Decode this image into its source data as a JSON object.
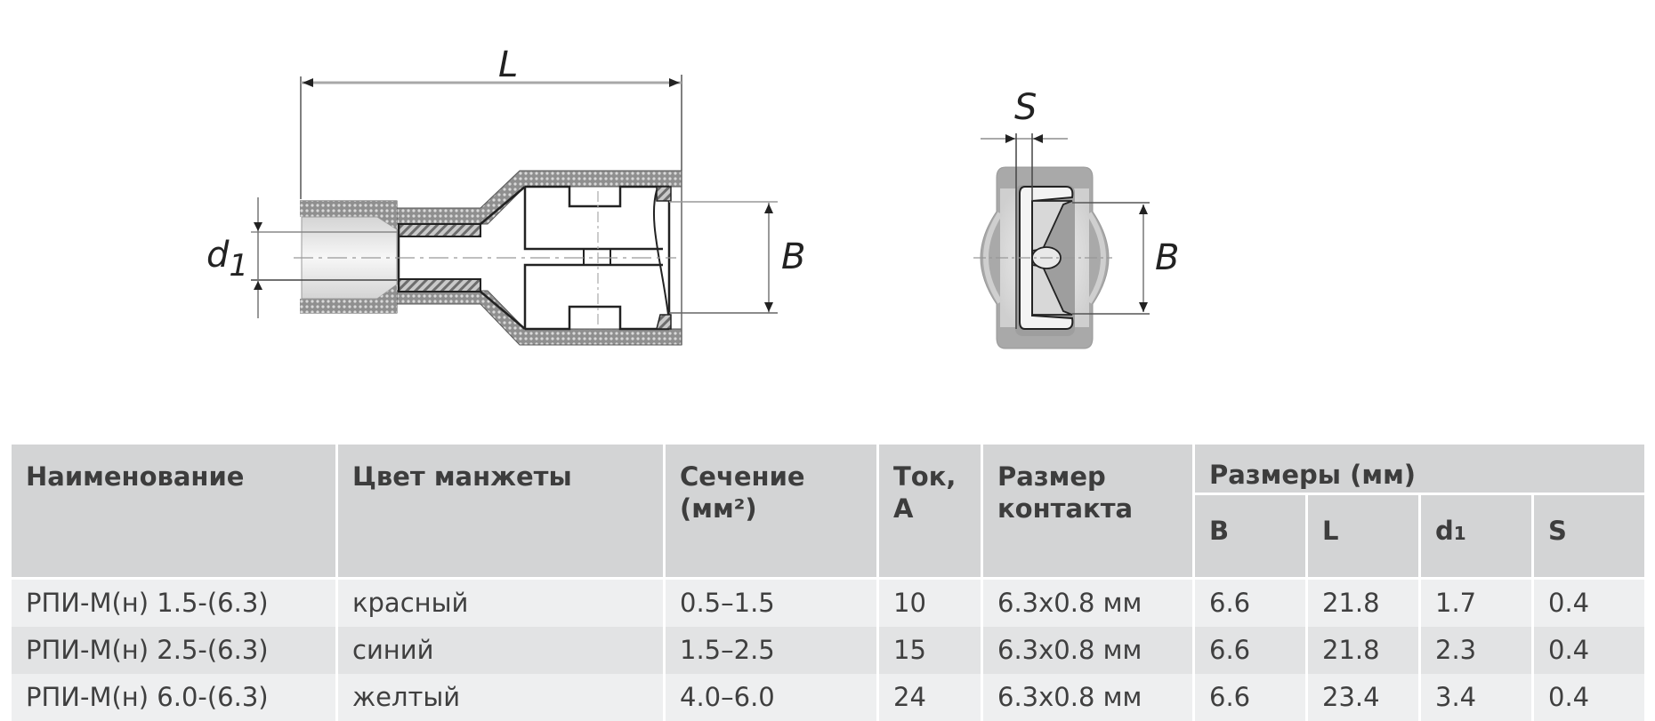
{
  "diagram": {
    "side_view": {
      "labels": {
        "length": "L",
        "wire_diameter": "d",
        "wire_diameter_sub": "1",
        "width": "B"
      }
    },
    "front_view": {
      "labels": {
        "thickness": "S",
        "width": "B"
      }
    },
    "colors": {
      "insulation": "#9a9a9a",
      "metal_hatch": "#7d7d7d",
      "line": "#2a2a2a",
      "dim_line": "#8e8e8e"
    }
  },
  "table": {
    "header_bg": "#d3d4d5",
    "row_bg_odd": "#eeeff0",
    "row_bg_even": "#e2e3e4",
    "headers": {
      "name": "Наименование",
      "color": "Цвет манжеты",
      "section_line1": "Сечение",
      "section_line2": "(мм²)",
      "current_line1": "Ток,",
      "current_line2": "А",
      "contact_line1": "Размер",
      "contact_line2": "контакта",
      "dims_group": "Размеры (мм)",
      "dim_B": "B",
      "dim_L": "L",
      "dim_d": "d",
      "dim_d_sub": "1",
      "dim_S": "S"
    },
    "rows": [
      {
        "name": "РПИ-М(н) 1.5-(6.3)",
        "color": "красный",
        "section": "0.5–1.5",
        "current": "10",
        "contact": "6.3x0.8 мм",
        "B": "6.6",
        "L": "21.8",
        "d1": "1.7",
        "S": "0.4"
      },
      {
        "name": "РПИ-М(н) 2.5-(6.3)",
        "color": "синий",
        "section": "1.5–2.5",
        "current": "15",
        "contact": "6.3x0.8 мм",
        "B": "6.6",
        "L": "21.8",
        "d1": "2.3",
        "S": "0.4"
      },
      {
        "name": "РПИ-М(н) 6.0-(6.3)",
        "color": "желтый",
        "section": "4.0–6.0",
        "current": "24",
        "contact": "6.3x0.8 мм",
        "B": "6.6",
        "L": "23.4",
        "d1": "3.4",
        "S": "0.4"
      }
    ]
  }
}
